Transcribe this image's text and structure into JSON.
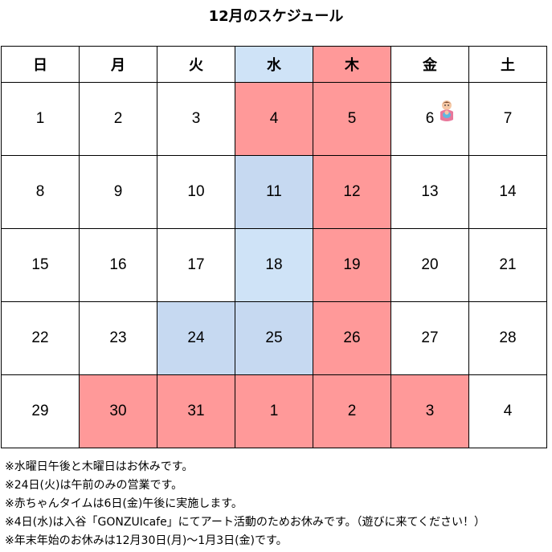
{
  "title": "12月のスケジュール",
  "weekdays": [
    "日",
    "月",
    "火",
    "水",
    "木",
    "金",
    "土"
  ],
  "weeks": [
    [
      "1",
      "2",
      "3",
      "4",
      "5",
      "6",
      "7"
    ],
    [
      "8",
      "9",
      "10",
      "11",
      "12",
      "13",
      "14"
    ],
    [
      "15",
      "16",
      "17",
      "18",
      "19",
      "20",
      "21"
    ],
    [
      "22",
      "23",
      "24",
      "25",
      "26",
      "27",
      "28"
    ],
    [
      "29",
      "30",
      "31",
      "1",
      "2",
      "3",
      "4"
    ]
  ],
  "colors": {
    "closed": "#ff9999",
    "half_day": "#c9dcf5"
  },
  "icons": {
    "baby_day": "baby-icon"
  },
  "notes": [
    "※水曜日午後と木曜日はお休みです。",
    "※24日(火)は午前のみの営業です。",
    "※赤ちゃんタイムは6日(金)午後に実施します。",
    "※4日(水)は入谷「GONZUIcafe」にてアート活動のためお休みです。（遊びに来てください！）",
    "※年末年始のお休みは12月30日(月)～1月3日(金)です。"
  ]
}
